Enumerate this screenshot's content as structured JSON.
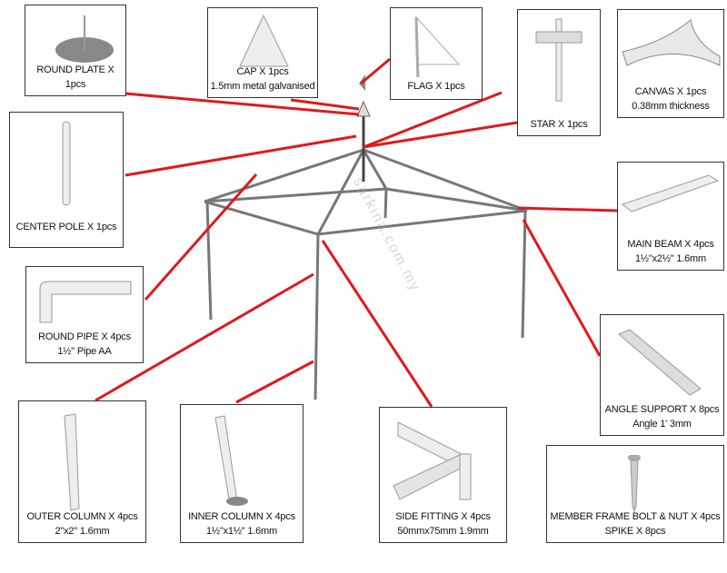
{
  "title": "Tent parts diagram",
  "watermark": "sarkina.com.my",
  "accent_color": "#e0191b",
  "parts": {
    "round_plate": {
      "name": "ROUND PLATE X 1pcs"
    },
    "cap": {
      "name": "CAP X 1pcs",
      "spec": "1.5mm metal galvanised"
    },
    "flag": {
      "name": "FLAG X 1pcs"
    },
    "star": {
      "name": "STAR X 1pcs"
    },
    "canvas": {
      "name": "CANVAS X 1pcs",
      "spec": "0.38mm  thickness"
    },
    "center_pole": {
      "name": "CENTER POLE X 1pcs"
    },
    "main_beam": {
      "name": "MAIN BEAM X 4pcs",
      "spec": "1½\"x2½\" 1.6mm"
    },
    "round_pipe": {
      "name": "ROUND PIPE X 4pcs",
      "spec": "1½\" Pipe AA"
    },
    "angle_support": {
      "name": "ANGLE SUPPORT X 8pcs",
      "spec": "Angle 1' 3mm"
    },
    "outer_column": {
      "name": "OUTER COLUMN X 4pcs",
      "spec": "2\"x2\" 1.6mm"
    },
    "inner_column": {
      "name": "INNER COLUMN X 4pcs",
      "spec": "1½\"x1½\" 1.6mm"
    },
    "side_fitting": {
      "name": "SIDE FITTING X 4pcs",
      "spec": "50mmx75mm 1.9mm"
    },
    "member_frame": {
      "name": "MEMBER FRAME BOLT & NUT X 4pcs",
      "spec": "SPIKE X 8pcs"
    }
  }
}
